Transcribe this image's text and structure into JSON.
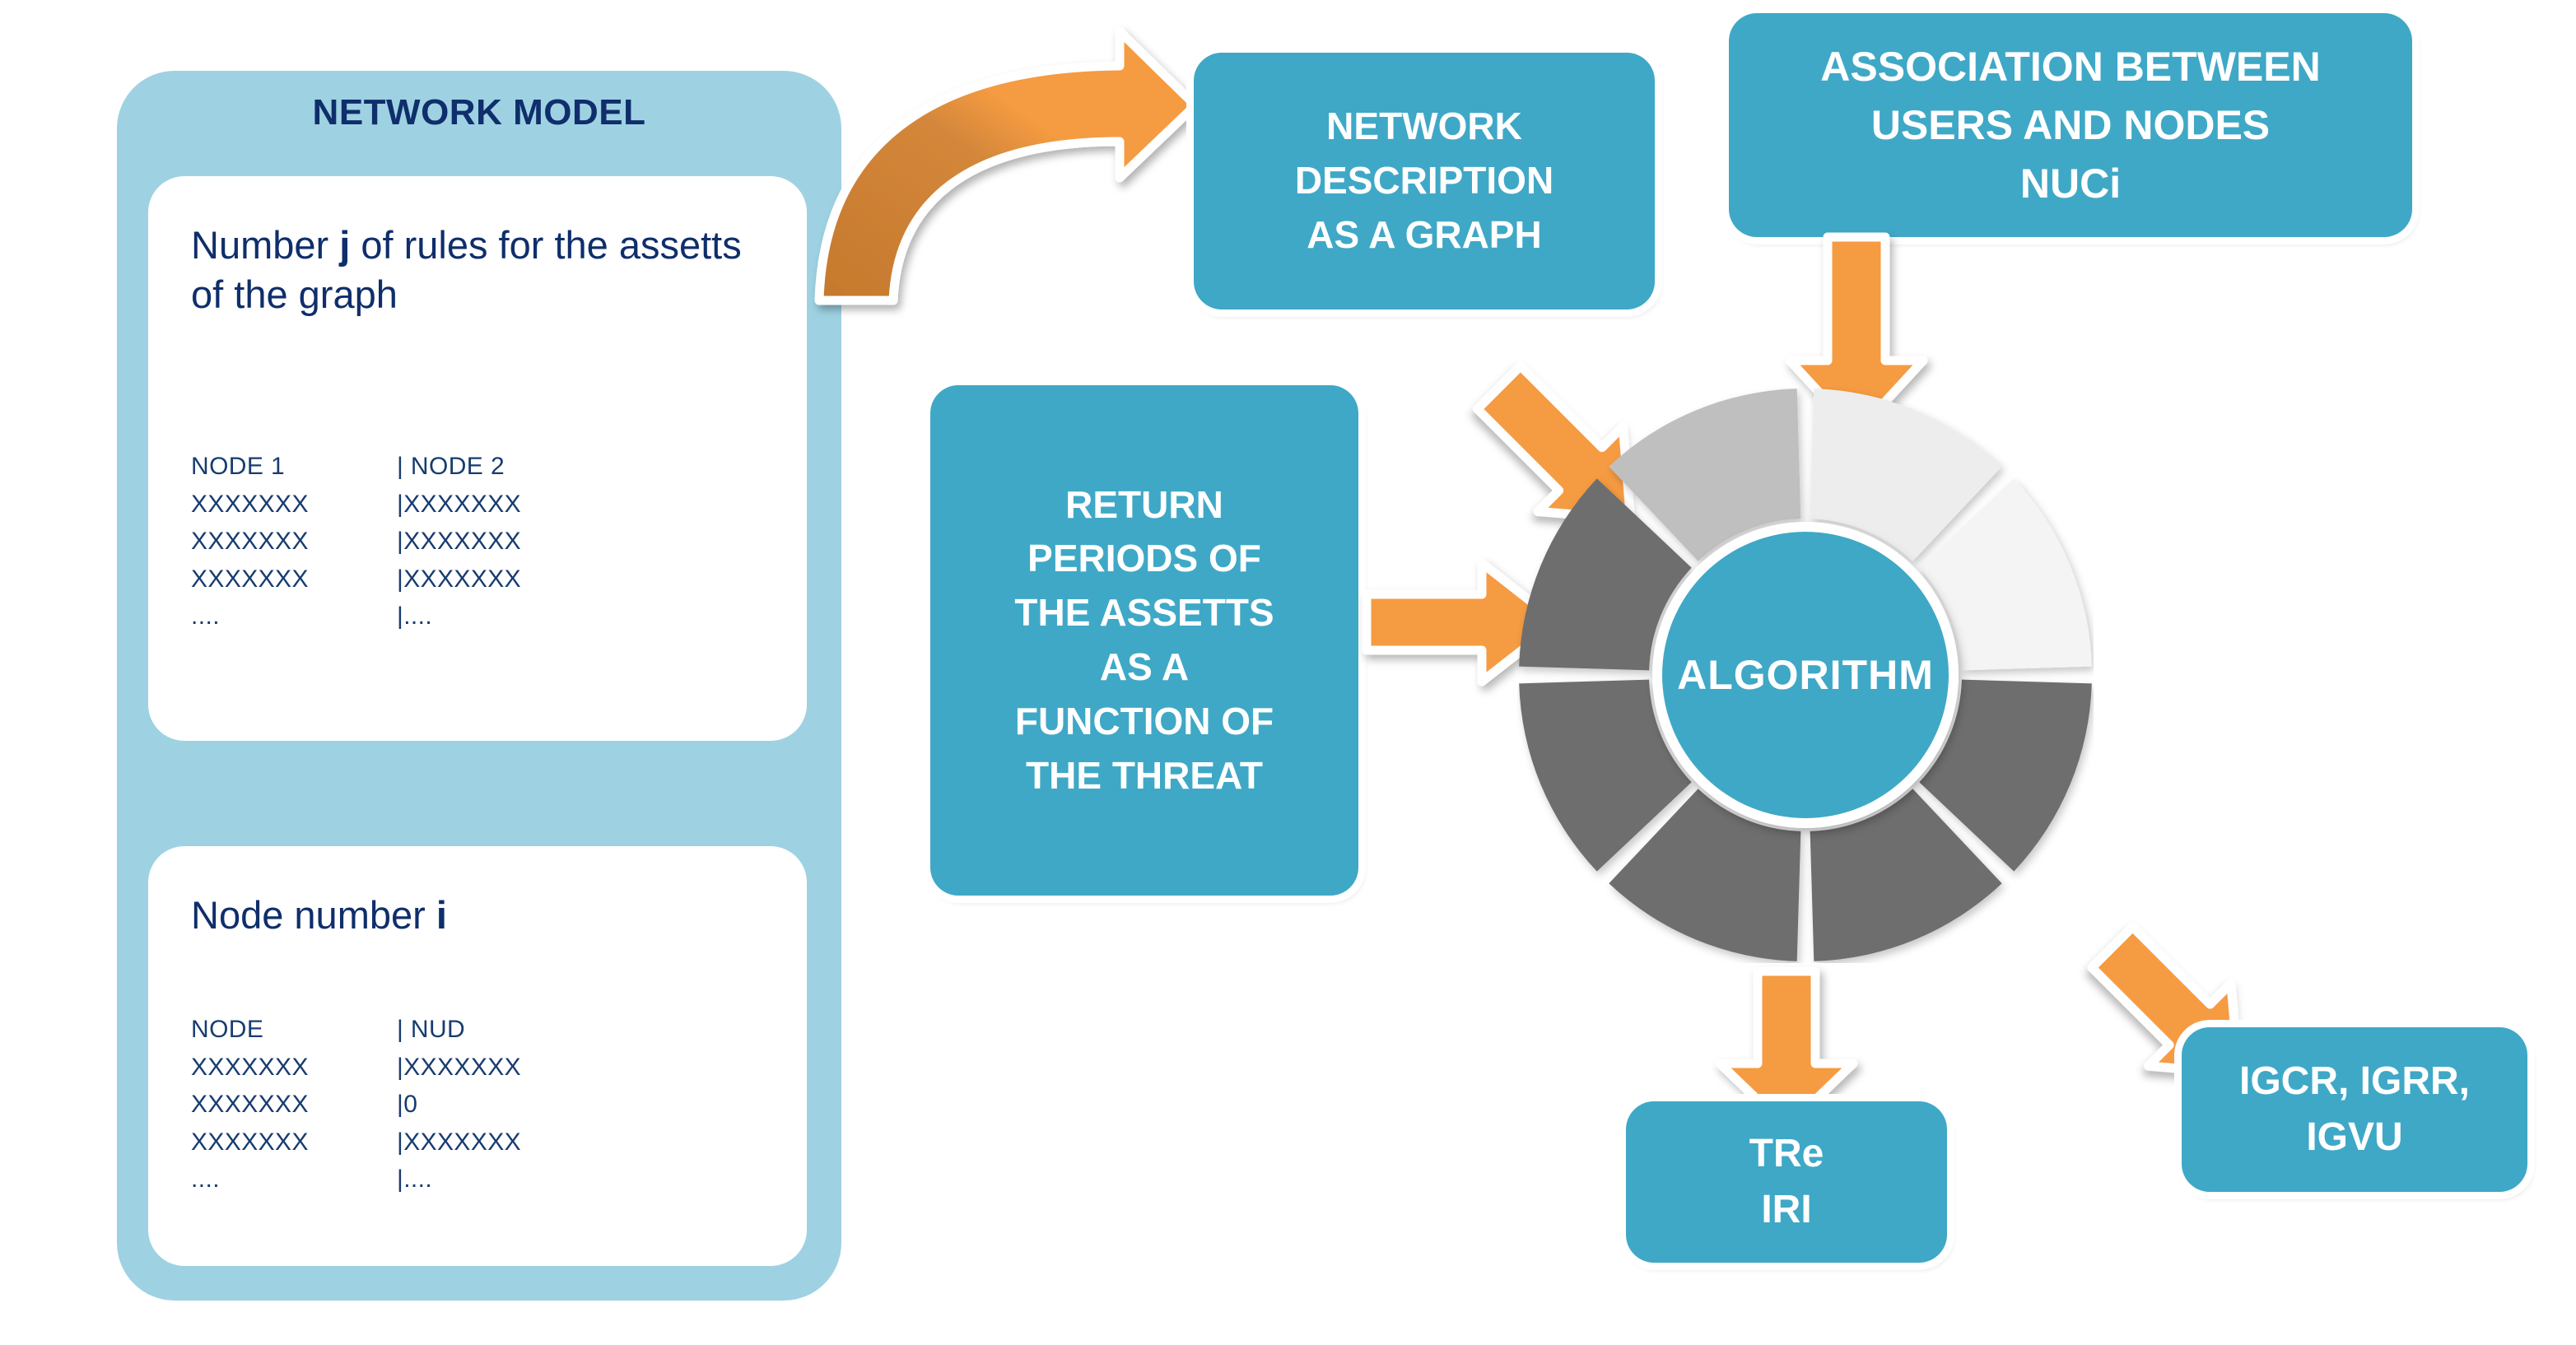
{
  "diagram": {
    "title": "Network model algorithm flow",
    "colors": {
      "panel_light_blue": "#9ed2e2",
      "teal": "#3FA8C6",
      "navy_text": "#0f2e6b",
      "table_text": "#173c70",
      "arrow_orange": "#F59B42",
      "arrow_orange_dark": "#C77B2E",
      "wheel_light": "#EDEDED",
      "wheel_lighter": "#F4F4F4",
      "wheel_mid": "#BFBFBF",
      "wheel_dark": "#6E6E6E",
      "white": "#FFFFFF"
    }
  },
  "network_model": {
    "title": "NETWORK MODEL",
    "cards": [
      {
        "heading_pre": "Number ",
        "heading_bold": "j",
        "heading_post": " of rules for the assetts of the graph",
        "table": {
          "headers": [
            "NODE 1",
            "| NODE 2"
          ],
          "rows": [
            [
              "XXXXXXX",
              "|XXXXXXX"
            ],
            [
              "XXXXXXX",
              "|XXXXXXX"
            ],
            [
              "XXXXXXX",
              "|XXXXXXX"
            ],
            [
              "....",
              "|...."
            ]
          ]
        }
      },
      {
        "heading_pre": "Node number ",
        "heading_bold": "i",
        "heading_post": "",
        "table": {
          "headers": [
            "NODE",
            "| NUD"
          ],
          "rows": [
            [
              "XXXXXXX",
              "|XXXXXXX"
            ],
            [
              "XXXXXXX",
              "|0"
            ],
            [
              "XXXXXXX",
              "|XXXXXXX"
            ],
            [
              "....",
              "|...."
            ]
          ]
        }
      }
    ]
  },
  "boxes": {
    "network_description": [
      "NETWORK",
      "DESCRIPTION",
      "AS A GRAPH"
    ],
    "association": [
      "ASSOCIATION BETWEEN",
      "USERS AND NODES",
      "NUCi"
    ],
    "return_periods": [
      "RETURN",
      "PERIODS OF",
      "THE ASSETTS",
      "AS A",
      "FUNCTION OF",
      "THE THREAT"
    ],
    "output_tre_iri": [
      "TRe",
      "IRI"
    ],
    "output_indices": [
      "IGCR, IGRR,",
      "IGVU"
    ]
  },
  "wheel": {
    "center_label": "ALGORITHM",
    "segment_count": 8,
    "segment_colors": [
      "#EDEDED",
      "#F4F4F4",
      "#6E6E6E",
      "#6E6E6E",
      "#6E6E6E",
      "#6E6E6E",
      "#6E6E6E",
      "#BFBFBF"
    ]
  },
  "arrows": [
    {
      "name": "curved-arrow-model-to-description",
      "from": "NETWORK MODEL",
      "to": "NETWORK DESCRIPTION AS A GRAPH"
    },
    {
      "name": "arrow-description-to-algorithm",
      "from": "NETWORK DESCRIPTION AS A GRAPH",
      "to": "ALGORITHM"
    },
    {
      "name": "arrow-association-to-algorithm",
      "from": "ASSOCIATION BETWEEN USERS AND NODES NUCi",
      "to": "ALGORITHM"
    },
    {
      "name": "arrow-return-periods-to-algorithm",
      "from": "RETURN PERIODS OF THE ASSETTS AS A FUNCTION OF THE THREAT",
      "to": "ALGORITHM"
    },
    {
      "name": "arrow-algorithm-to-tre-iri",
      "from": "ALGORITHM",
      "to": "TRe IRI"
    },
    {
      "name": "arrow-algorithm-to-indices",
      "from": "ALGORITHM",
      "to": "IGCR, IGRR, IGVU"
    }
  ]
}
